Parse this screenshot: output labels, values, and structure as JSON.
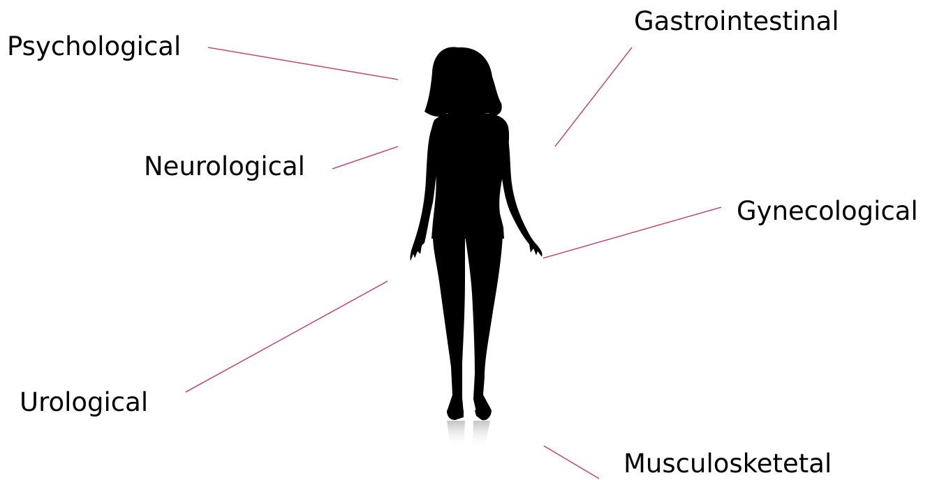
{
  "labels": {
    "psychological": "Psychological",
    "gastrointestinal": "Gastrointestinal",
    "neurological": "Neurological",
    "gynecological": "Gynecological",
    "urological": "Urological",
    "musculoskeletal": "Musculosketetal"
  },
  "colors": {
    "connector": "#c0507a",
    "silhouette": "#000000",
    "reflection": "#cfcfcf",
    "background": "#ffffff"
  }
}
